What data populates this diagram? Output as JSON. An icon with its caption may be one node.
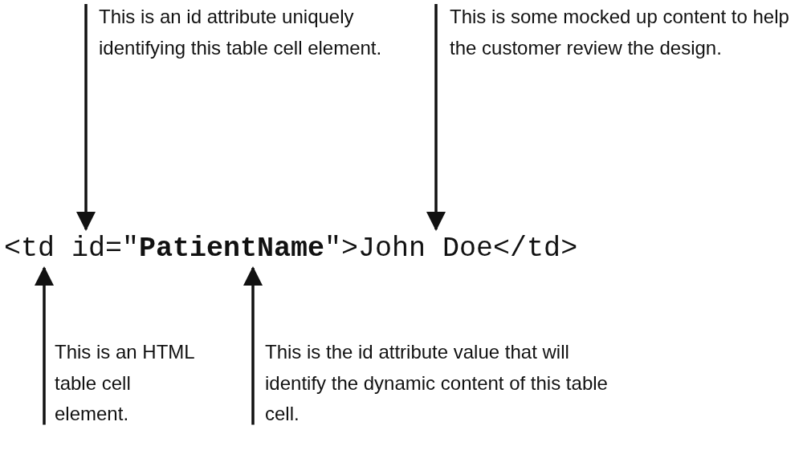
{
  "diagram": {
    "nodes": [
      {
        "text": [
          "This is an id attribute uniquely identifying this table cell element."
        ]
      },
      {
        "text": [
          "This is some mocked up content to help the customer review the design."
        ]
      },
      {
        "text": [
          "<td id=\"**PatientName**\">John Doe</td>"
        ]
      },
      {
        "text": [
          "This is an HTML table cell element."
        ]
      },
      {
        "text": [
          "This is the id attribute value that will identify the dynamic content of this table cell."
        ]
      }
    ],
    "edges": [
      {
        "from": 0,
        "to": 2,
        "arrow": "to"
      },
      {
        "from": 1,
        "to": 2,
        "arrow": "to"
      },
      {
        "from": 3,
        "to": 2,
        "arrow": "to"
      },
      {
        "from": 4,
        "to": 2,
        "arrow": "to"
      }
    ]
  }
}
